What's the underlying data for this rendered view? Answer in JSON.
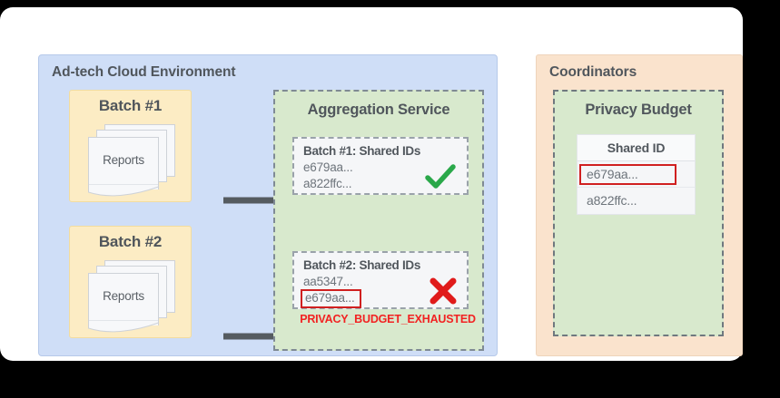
{
  "card": {
    "background": "#ffffff",
    "page_background": "#000000"
  },
  "adtech": {
    "title": "Ad-tech Cloud Environment",
    "color": "#cfdef7",
    "batches": [
      {
        "title": "Batch #1",
        "doc_label": "Reports"
      },
      {
        "title": "Batch #2",
        "doc_label": "Reports"
      }
    ],
    "arrows": [
      {
        "name": "arrow-batch1-to-aggregation"
      },
      {
        "name": "arrow-batch2-to-aggregation"
      }
    ]
  },
  "aggregation": {
    "title": "Aggregation Service",
    "color": "#d8e9cd",
    "cards": [
      {
        "title": "Batch #1: Shared IDs",
        "ids": [
          "e679aa...",
          "a822ffc..."
        ],
        "highlighted_id": null,
        "status": "check",
        "status_color": "#2aa84a"
      },
      {
        "title": "Batch #2: Shared IDs",
        "ids": [
          "aa5347...",
          "e679aa..."
        ],
        "highlighted_id": "e679aa...",
        "status": "cross",
        "status_color": "#e01b1b"
      }
    ],
    "error_text": "PRIVACY_BUDGET_EXHAUSTED",
    "error_color": "#f22222"
  },
  "coordinators": {
    "title": "Coordinators",
    "color": "#fae3cd",
    "privacy_budget": {
      "title": "Privacy Budget",
      "table": {
        "header": "Shared ID",
        "rows": [
          {
            "value": "e679aa...",
            "flagged": true
          },
          {
            "value": "a822ffc...",
            "flagged": false
          }
        ]
      }
    }
  }
}
